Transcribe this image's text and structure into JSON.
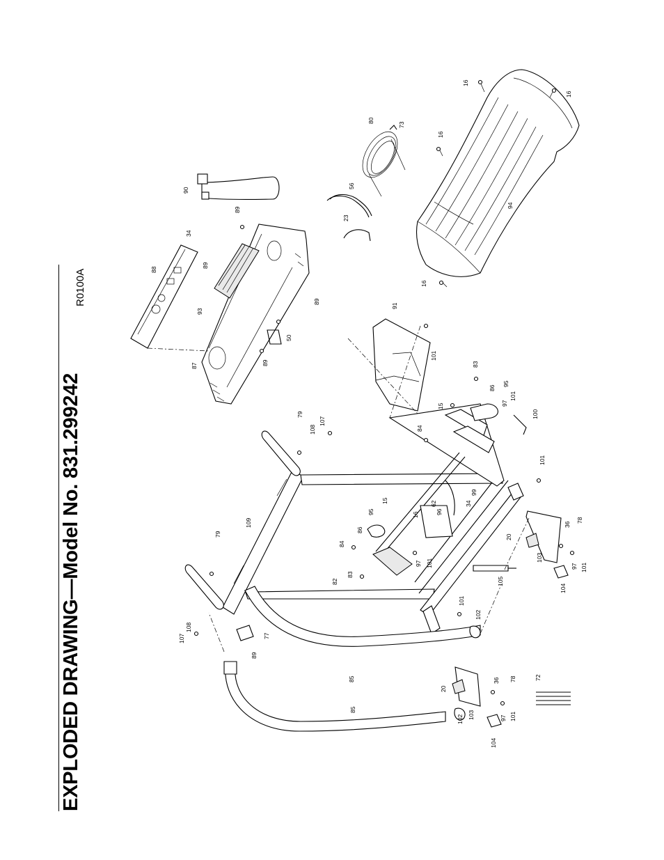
{
  "document": {
    "title": "EXPLODED DRAWING—Model No. 831.299242",
    "drawing_code": "R0100A"
  },
  "callouts": [
    {
      "id": "c16a",
      "label": "16"
    },
    {
      "id": "c16b",
      "label": "16"
    },
    {
      "id": "c16c",
      "label": "16"
    },
    {
      "id": "c16d",
      "label": "16"
    },
    {
      "id": "c80",
      "label": "80"
    },
    {
      "id": "c73",
      "label": "73"
    },
    {
      "id": "c94",
      "label": "94"
    },
    {
      "id": "c90",
      "label": "90"
    },
    {
      "id": "c56",
      "label": "56"
    },
    {
      "id": "c23",
      "label": "23"
    },
    {
      "id": "c89a",
      "label": "89"
    },
    {
      "id": "c34a",
      "label": "34"
    },
    {
      "id": "c88",
      "label": "88"
    },
    {
      "id": "c89b",
      "label": "89"
    },
    {
      "id": "c93",
      "label": "93"
    },
    {
      "id": "c89c",
      "label": "89"
    },
    {
      "id": "c50",
      "label": "50"
    },
    {
      "id": "c89d",
      "label": "89"
    },
    {
      "id": "c87",
      "label": "87"
    },
    {
      "id": "c91",
      "label": "91"
    },
    {
      "id": "c101a",
      "label": "101"
    },
    {
      "id": "c83a",
      "label": "83"
    },
    {
      "id": "c86a",
      "label": "86"
    },
    {
      "id": "c95a",
      "label": "95"
    },
    {
      "id": "c15a",
      "label": "15"
    },
    {
      "id": "c97a",
      "label": "97"
    },
    {
      "id": "c101b",
      "label": "101"
    },
    {
      "id": "c100",
      "label": "100"
    },
    {
      "id": "c84a",
      "label": "84"
    },
    {
      "id": "c79a",
      "label": "79"
    },
    {
      "id": "c107a",
      "label": "107"
    },
    {
      "id": "c108a",
      "label": "108"
    },
    {
      "id": "c101c",
      "label": "101"
    },
    {
      "id": "c109",
      "label": "109"
    },
    {
      "id": "c99",
      "label": "99"
    },
    {
      "id": "c34b",
      "label": "34"
    },
    {
      "id": "c62",
      "label": "62"
    },
    {
      "id": "c96",
      "label": "96"
    },
    {
      "id": "c16e",
      "label": "16"
    },
    {
      "id": "c15b",
      "label": "15"
    },
    {
      "id": "c95b",
      "label": "95"
    },
    {
      "id": "c86b",
      "label": "86"
    },
    {
      "id": "c84b",
      "label": "84"
    },
    {
      "id": "c83b",
      "label": "83"
    },
    {
      "id": "c97b",
      "label": "97"
    },
    {
      "id": "c101d",
      "label": "101"
    },
    {
      "id": "c20a",
      "label": "20"
    },
    {
      "id": "c36a",
      "label": "36"
    },
    {
      "id": "c78a",
      "label": "78"
    },
    {
      "id": "c103a",
      "label": "103"
    },
    {
      "id": "c97c",
      "label": "97"
    },
    {
      "id": "c101e",
      "label": "101"
    },
    {
      "id": "c104a",
      "label": "104"
    },
    {
      "id": "c105",
      "label": "105"
    },
    {
      "id": "c79b",
      "label": "79"
    },
    {
      "id": "c82",
      "label": "82"
    },
    {
      "id": "c101f",
      "label": "101"
    },
    {
      "id": "c102a",
      "label": "102"
    },
    {
      "id": "c77",
      "label": "77"
    },
    {
      "id": "c89e",
      "label": "89"
    },
    {
      "id": "c108b",
      "label": "108"
    },
    {
      "id": "c107b",
      "label": "107"
    },
    {
      "id": "c85a",
      "label": "85"
    },
    {
      "id": "c85b",
      "label": "85"
    },
    {
      "id": "c20b",
      "label": "20"
    },
    {
      "id": "c36b",
      "label": "36"
    },
    {
      "id": "c78b",
      "label": "78"
    },
    {
      "id": "c72",
      "label": "72"
    },
    {
      "id": "c102b",
      "label": "102"
    },
    {
      "id": "c103b",
      "label": "103"
    },
    {
      "id": "c97d",
      "label": "97"
    },
    {
      "id": "c101g",
      "label": "101"
    },
    {
      "id": "c104b",
      "label": "104"
    }
  ]
}
